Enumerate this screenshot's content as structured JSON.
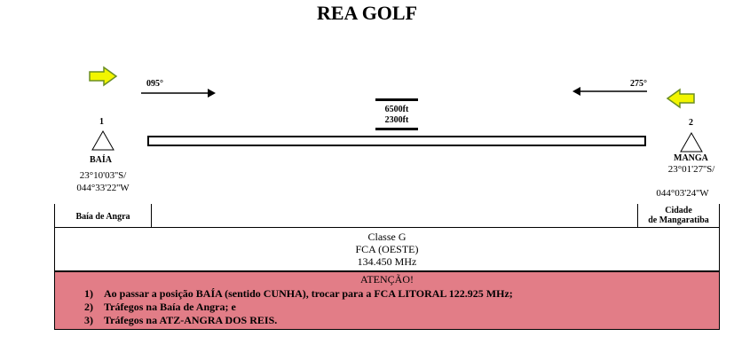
{
  "title": "REA GOLF",
  "colors": {
    "arrow_fill": "#f2f500",
    "arrow_stroke": "#6b8e23",
    "attention_bg": "#e27d87"
  },
  "left_end": {
    "heading": "095°",
    "number": "1",
    "name": "BAÍA",
    "lat": "23°10'03''S/",
    "lon": "044°33'22''W",
    "area": "Baía de Angra"
  },
  "right_end": {
    "heading": "275°",
    "number": "2",
    "name": "MANGA",
    "lat": "23°01'27''S/",
    "lon": "044°03'24''W",
    "area_line1": "Cidade",
    "area_line2": "de Mangaratiba"
  },
  "elevation": {
    "upper": "6500ft",
    "lower": "2300ft"
  },
  "airspace": {
    "class": "Classe G",
    "fca": "FCA (OESTE)",
    "frequency": "134.450 MHz"
  },
  "attention": {
    "header": "ATENÇÃO!",
    "items": [
      {
        "num": "1)",
        "text": "Ao passar a posição BAÍA (sentido CUNHA), trocar para a FCA LITORAL 122.925 MHz;"
      },
      {
        "num": "2)",
        "text": "Tráfegos na Baía de Angra; e"
      },
      {
        "num": "3)",
        "text": "Tráfegos na ATZ-ANGRA DOS REIS."
      }
    ]
  }
}
